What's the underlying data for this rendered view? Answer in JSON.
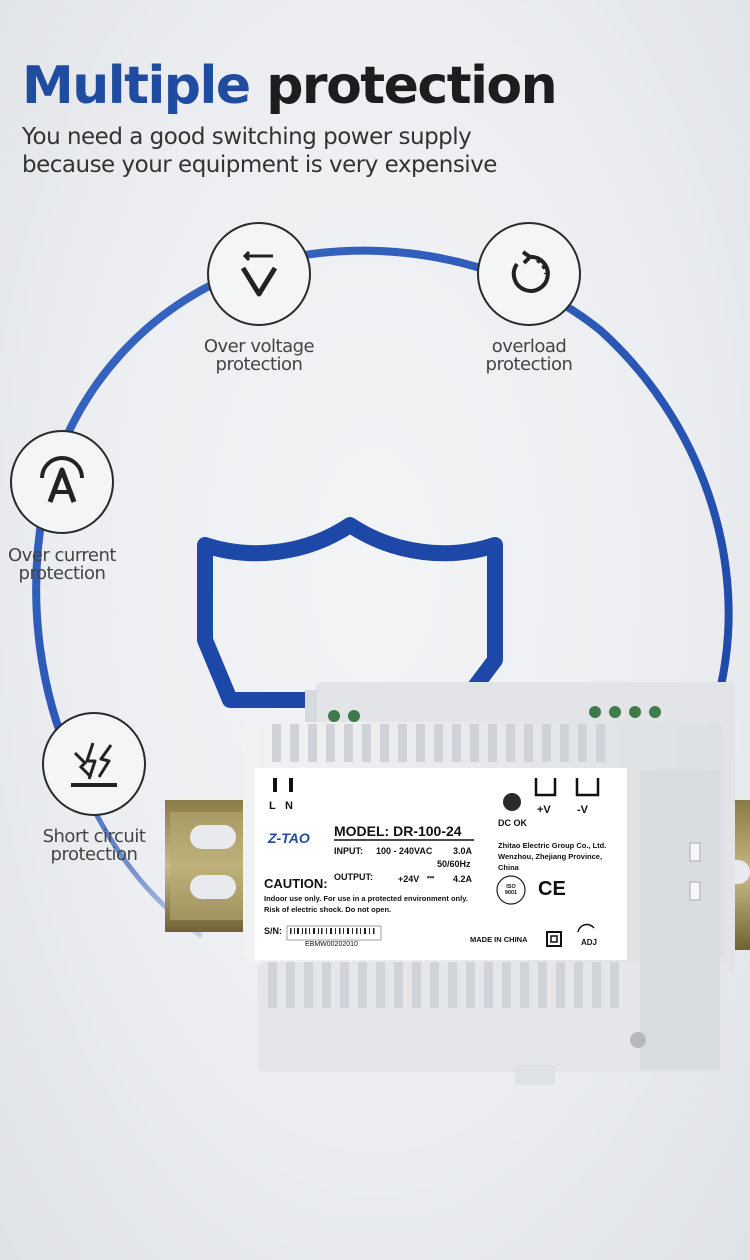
{
  "header": {
    "title_word1": "Multiple",
    "title_word2": "protection",
    "subtitle_line1": "You need a good switching power supply",
    "subtitle_line2": "because your equipment is very expensive"
  },
  "features": [
    {
      "icon": "voltage-icon",
      "line1": "Over voltage",
      "line2": "protection"
    },
    {
      "icon": "overload-icon",
      "line1": "overload",
      "line2": "protection"
    },
    {
      "icon": "current-icon",
      "line1": "Over current",
      "line2": "protection"
    },
    {
      "icon": "short-circuit-icon",
      "line1": "Short circuit",
      "line2": "protection"
    }
  ],
  "colors": {
    "accent": "#1f4ca0",
    "ring": "#2350b0",
    "device": "#e7e9ec"
  },
  "device": {
    "terminal_left": "L",
    "terminal_right": "N",
    "dc_ok": "DC OK",
    "plus_v": "+V",
    "minus_v": "-V",
    "brand": "Z-TAO",
    "model": "MODEL: DR-100-24",
    "input_label": "INPUT:",
    "input_voltage": "100 - 240VAC",
    "input_current": "3.0A",
    "input_freq": "50/60Hz",
    "output_label": "OUTPUT:",
    "output_voltage": "+24V",
    "output_current": "4.2A",
    "caution_title": "CAUTION:",
    "caution_line1": "Indoor use only. For use in a protected environment only.",
    "caution_line2": "Risk of electric shock. Do not open.",
    "company_line1": "Zhitao Electric Group Co., Ltd.",
    "company_line2": "Wenzhou, Zhejiang Province,",
    "company_line3": "China",
    "iso": "ISO 9001",
    "ce": "CE",
    "sn_label": "S/N:",
    "serial": "EBMW00202010",
    "made_in": "MADE IN CHINA",
    "adj": "ADJ"
  }
}
